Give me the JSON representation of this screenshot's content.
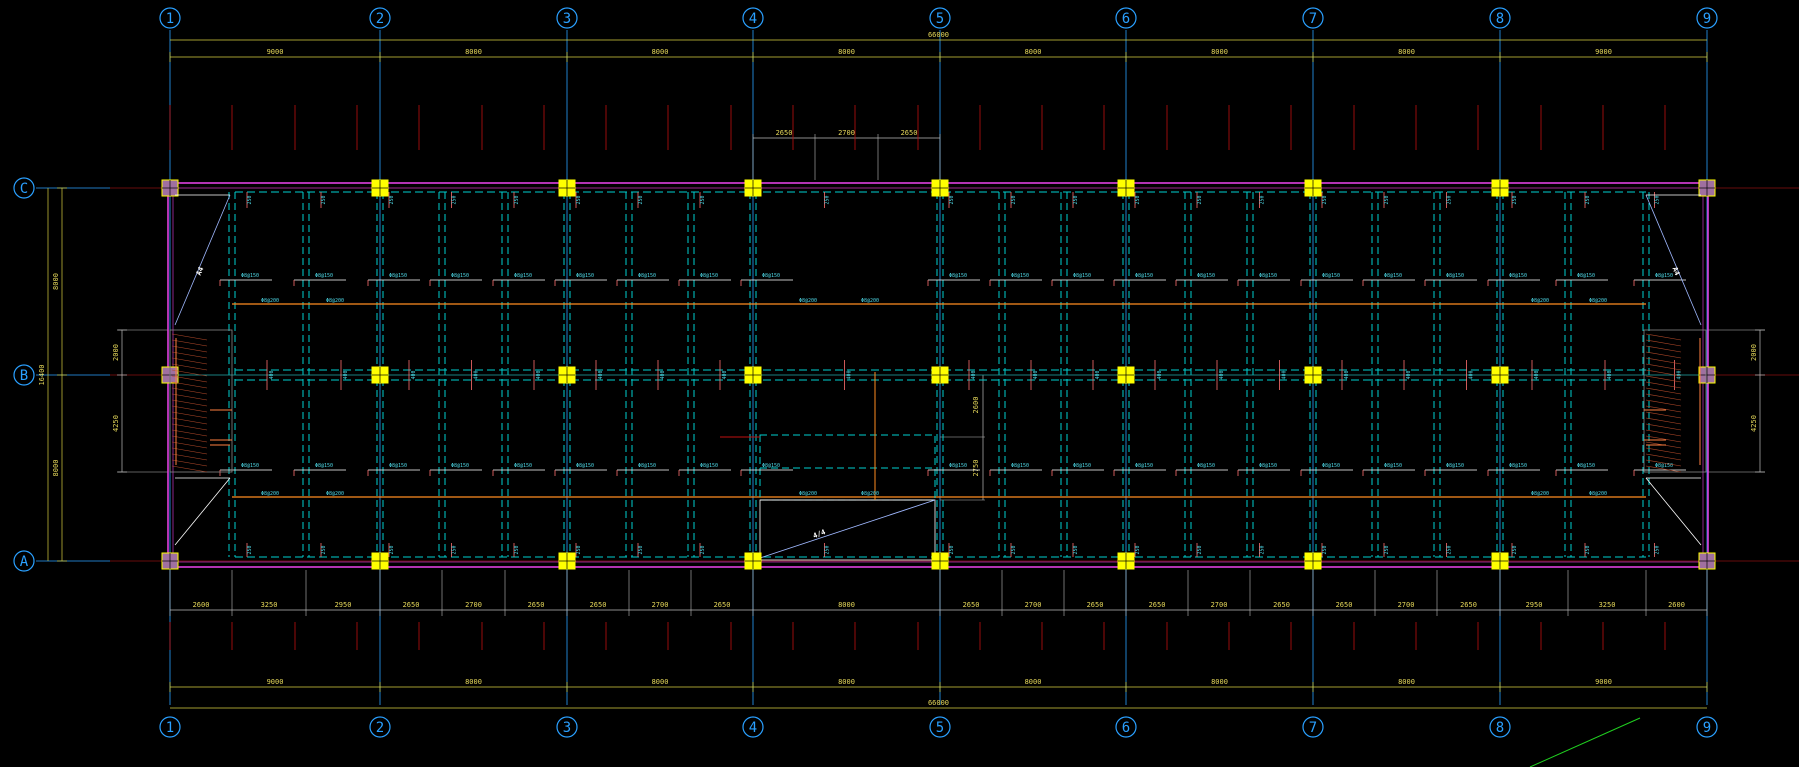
{
  "drawing": {
    "background": "#000000",
    "colors": {
      "axis": "#2aa0ff",
      "dimension": "#d8d040",
      "dimension_text": "#e6d85a",
      "outer_wall": "#e040e0",
      "beam": "#00d0d0",
      "rebar": "#ffffff",
      "rebar_tick": "#ff7070",
      "rebar_text": "#4ed8e6",
      "column": "#ffff00",
      "orange_line": "#ff8c20",
      "leader": "#c01010",
      "stair": "#ff8040",
      "green_line": "#20d020"
    },
    "axes_vertical": [
      "1",
      "2",
      "3",
      "4",
      "5",
      "6",
      "7",
      "8",
      "9"
    ],
    "axes_horizontal": [
      "C",
      "B",
      "A"
    ],
    "top_dims": [
      "9000",
      "8000",
      "8000",
      "8000",
      "8000",
      "8000",
      "8000",
      "9000"
    ],
    "top_total": "66000",
    "bottom_dims": [
      "9000",
      "8000",
      "8000",
      "8000",
      "8000",
      "8000",
      "8000",
      "9000"
    ],
    "bottom_total": "66000",
    "bottom_detail_dims": [
      "2600",
      "3250",
      "2950",
      "2650",
      "2700",
      "2650",
      "2650",
      "2700",
      "2650",
      "8000",
      "2650",
      "2700",
      "2650",
      "2650",
      "2700",
      "2650",
      "2650",
      "2700",
      "2650",
      "2950",
      "3250",
      "2600"
    ],
    "top_detail_dims": [
      "2650",
      "2700",
      "2650"
    ],
    "left_dims_outer": [
      "8000",
      "8000"
    ],
    "left_total": "16400",
    "left_dims_inner": [
      "2000",
      "4250"
    ],
    "right_dims": [
      "2000",
      "4250"
    ],
    "mid_dims": [
      "2600",
      "2750"
    ],
    "stair_labels": [
      "A4",
      "A4",
      "4/4"
    ],
    "rebar_top_label": "Φ8@150",
    "rebar_mid_label": "Φ8@200",
    "rebar_tick_label": "250",
    "rebar_cross_label": "400"
  }
}
